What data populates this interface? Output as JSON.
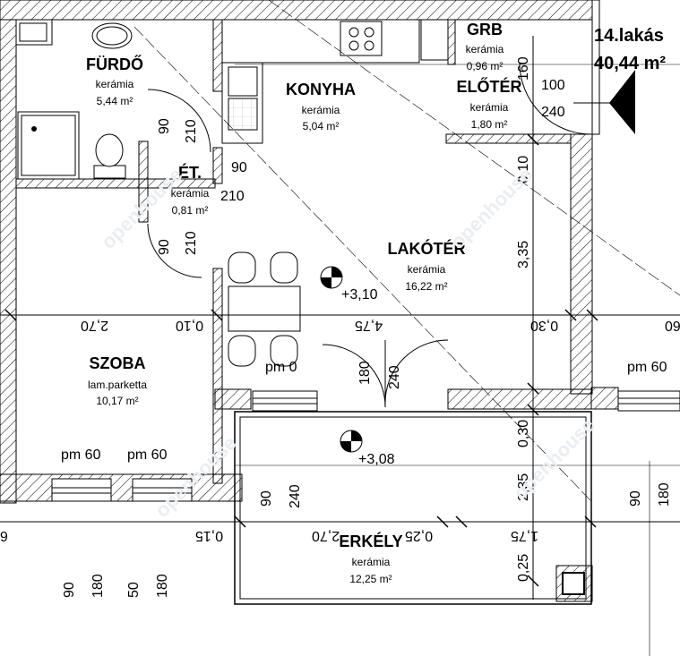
{
  "apartment": {
    "label": "14.lakás",
    "area": "40,44 m²"
  },
  "rooms": {
    "furdo": {
      "name": "FÜRDŐ",
      "material": "kerámia",
      "area": "5,44 m²"
    },
    "konyha": {
      "name": "KONYHA",
      "material": "kerámia",
      "area": "5,04 m²"
    },
    "grb": {
      "name": "GRB",
      "material": "kerámia",
      "area": "0,96 m²"
    },
    "eloter": {
      "name": "ELŐTÉR",
      "material": "kerámia",
      "area": "1,80 m²"
    },
    "et": {
      "name": "ÉT.",
      "material": "kerámia",
      "area": "0,81 m²"
    },
    "lakoter": {
      "name": "LAKÓTÉR",
      "material": "kerámia",
      "area": "16,22 m²"
    },
    "szoba": {
      "name": "SZOBA",
      "material": "lam.parketta",
      "area": "10,17 m²"
    },
    "erkely": {
      "name": "ERKÉLY",
      "material": "kerámia",
      "area": "12,25 m²"
    }
  },
  "levels": {
    "lakoter": "+3,10",
    "erkely": "+3,08"
  },
  "dims": {
    "d90a": "90",
    "d210a": "210",
    "d90b": "90",
    "d210b": "210",
    "d210c": "210",
    "d90c": "90",
    "d160": "160",
    "d100": "100",
    "d240a": "240",
    "d010a": "0,10",
    "d335": "3,35",
    "d270a": "2,70",
    "d010b": "0,10",
    "d475": "4,75",
    "d030a": "0,30",
    "d60": "60",
    "pm0": "pm 0",
    "d180a": "180",
    "d240b": "240",
    "pm60a": "pm 60",
    "d030b": "0,30",
    "d235": "2,35",
    "pm60b": "pm 60",
    "pm60c": "pm 60",
    "d90d": "90",
    "d240c": "240",
    "d6": "6",
    "d015": "0,15",
    "d270b": "2,70",
    "d025a": "0,25",
    "d175": "1,75",
    "d025b": "0,25",
    "d90e": "90",
    "d180b": "180",
    "d90f": "90",
    "d180c": "180",
    "d50": "50",
    "d180d": "180"
  },
  "watermark": "openhouse"
}
